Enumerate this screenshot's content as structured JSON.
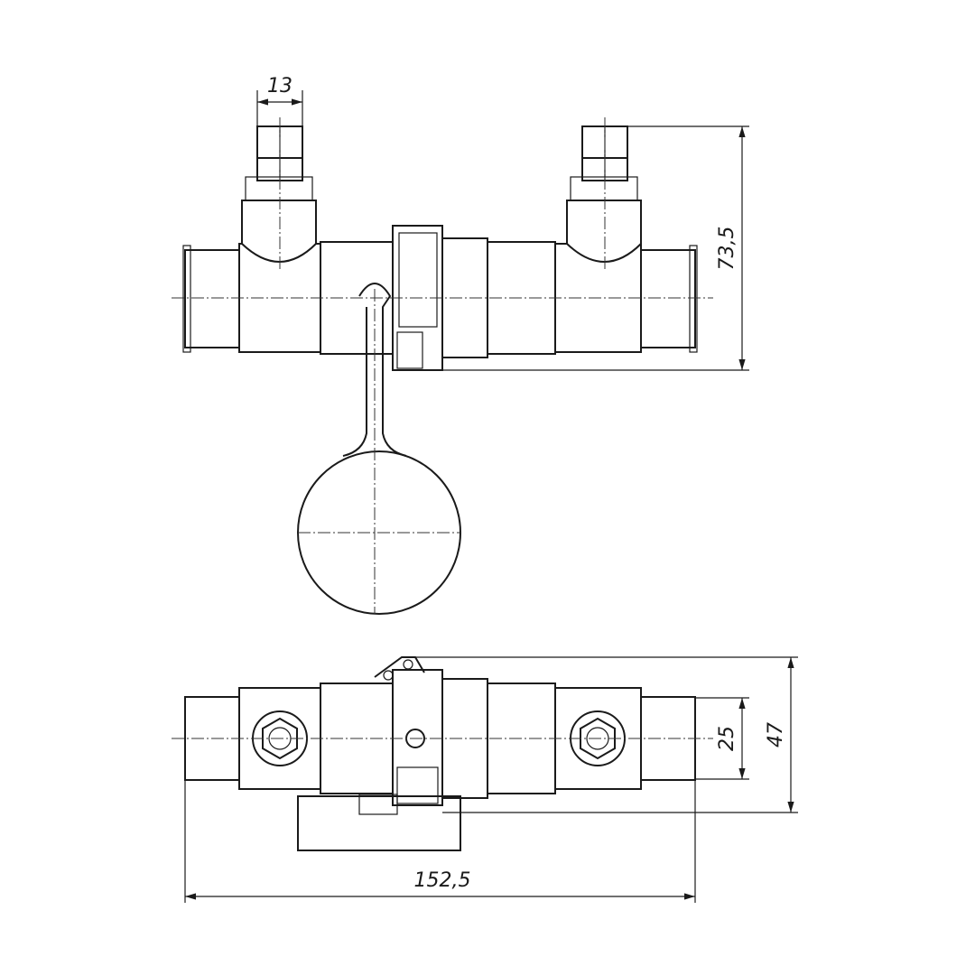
{
  "title": "Float valve technical drawing",
  "dimensions": {
    "nut_width": "13",
    "height_top_view": "73,5",
    "pipe_diameter": "25",
    "height_bottom_view": "47",
    "overall_length": "152,5"
  }
}
